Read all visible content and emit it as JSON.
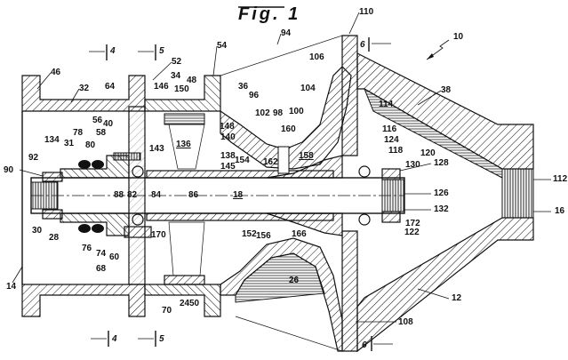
{
  "figure": {
    "title": "Fig. 1",
    "section_markers": [
      {
        "label": "4",
        "position": "top-left"
      },
      {
        "label": "5",
        "position": "top-left"
      },
      {
        "label": "6",
        "position": "top-right"
      },
      {
        "label": "4",
        "position": "bottom-left"
      },
      {
        "label": "5",
        "position": "bottom-left"
      },
      {
        "label": "6",
        "position": "bottom-right"
      }
    ],
    "reference_numerals": [
      "10",
      "12",
      "14",
      "16",
      "18",
      "24",
      "26",
      "28",
      "30",
      "31",
      "32",
      "34",
      "36",
      "38",
      "40",
      "46",
      "48",
      "50",
      "52",
      "54",
      "56",
      "58",
      "60",
      "64",
      "68",
      "70",
      "74",
      "76",
      "78",
      "80",
      "82",
      "84",
      "86",
      "88",
      "90",
      "92",
      "94",
      "96",
      "98",
      "100",
      "102",
      "104",
      "106",
      "108",
      "110",
      "112",
      "114",
      "116",
      "118",
      "120",
      "122",
      "124",
      "126",
      "128",
      "130",
      "132",
      "134",
      "136",
      "138",
      "140",
      "143",
      "145",
      "146",
      "148",
      "150",
      "152",
      "154",
      "156",
      "158",
      "160",
      "162",
      "166",
      "170",
      "172"
    ],
    "labels": {
      "n10": "10",
      "n12": "12",
      "n14": "14",
      "n16a": "16",
      "n18": "18",
      "n24": "24",
      "n26": "26",
      "n28": "28",
      "n30": "30",
      "n31": "31",
      "n32": "32",
      "n34": "34",
      "n36": "36",
      "n38": "38",
      "n40": "40",
      "n46": "46",
      "n48": "48",
      "n50": "50",
      "n52": "52",
      "n54": "54",
      "n56": "56",
      "n58": "58",
      "n60": "60",
      "n64": "64",
      "n68": "68",
      "n70": "70",
      "n74": "74",
      "n76": "76",
      "n78": "78",
      "n80": "80",
      "n82": "82",
      "n84": "84",
      "n86": "86",
      "n88": "88",
      "n90": "90",
      "n92": "92",
      "n94": "94",
      "n96": "96",
      "n98": "98",
      "n100": "100",
      "n102": "102",
      "n104": "104",
      "n106": "106",
      "n108": "108",
      "n110": "110",
      "n112": "112",
      "n114": "114",
      "n116": "116",
      "n118": "118",
      "n120": "120",
      "n122": "122",
      "n124": "124",
      "n126": "126",
      "n128": "128",
      "n130": "130",
      "n132": "132",
      "n134": "134",
      "n136": "136",
      "n138": "138",
      "n140": "140",
      "n143": "143",
      "n145": "145",
      "n146": "146",
      "n148": "148",
      "n150": "150",
      "n152": "152",
      "n154": "154",
      "n156": "156",
      "n158": "158",
      "n160": "160",
      "n162": "162",
      "n166": "166",
      "n170": "170",
      "n172": "172"
    },
    "section_labels": {
      "s4": "4",
      "s5": "5",
      "s6": "6"
    }
  }
}
